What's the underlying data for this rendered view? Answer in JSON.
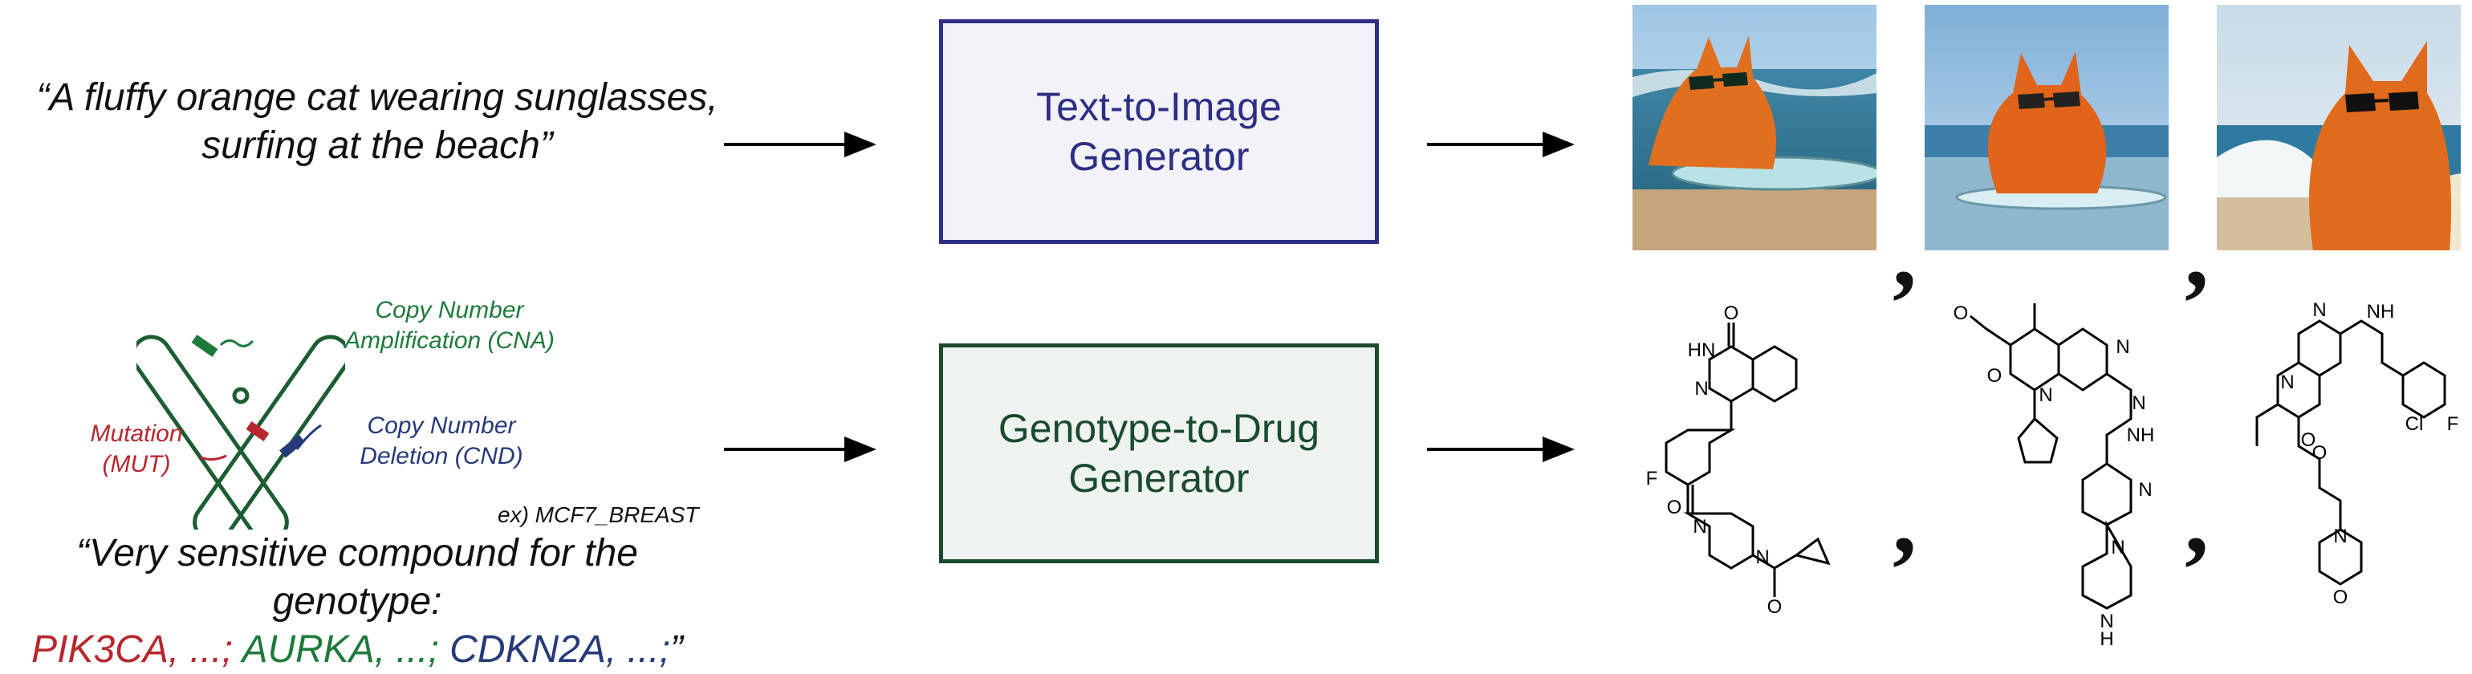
{
  "text_prompt": {
    "line1": "“A fluffy orange cat wearing sunglasses,",
    "line2": "surfing at the beach”"
  },
  "text_to_image": {
    "line1": "Text-to-Image",
    "line2": "Generator"
  },
  "genotype_to_drug": {
    "line1": "Genotype-to-Drug",
    "line2": "Generator"
  },
  "chromosome_labels": {
    "cna_line1": "Copy Number",
    "cna_line2": "Amplification (CNA)",
    "cnd_line1": "Copy Number",
    "cnd_line2": "Deletion (CND)",
    "mut_line1": "Mutation",
    "mut_line2": "(MUT)"
  },
  "example_cell_line": "ex) MCF7_BREAST",
  "genotype_prompt": {
    "line1": "“Very sensitive compound for the genotype:",
    "gene1": "PIK3CA, ...;",
    "gene2": "AURKA, ...;",
    "gene3": "CDKN2A, ...;",
    "closing": "”"
  },
  "separator": ",",
  "molecule_atoms": {
    "m1": [
      "O",
      "HN",
      "N",
      "F",
      "O",
      "N",
      "N",
      "O"
    ],
    "m2": [
      "O",
      "O",
      "N",
      "N",
      "N",
      "NH",
      "N",
      "N",
      "N",
      "H"
    ],
    "m3": [
      "N",
      "N",
      "NH",
      "O",
      "Cl",
      "F",
      "O",
      "N",
      "O"
    ]
  },
  "colors": {
    "t2i_accent": "#2d2f85",
    "g2d_accent": "#1b4a2e",
    "cna": "#1e7a3a",
    "mutation": "#b8262e",
    "cnd": "#263a7a"
  }
}
